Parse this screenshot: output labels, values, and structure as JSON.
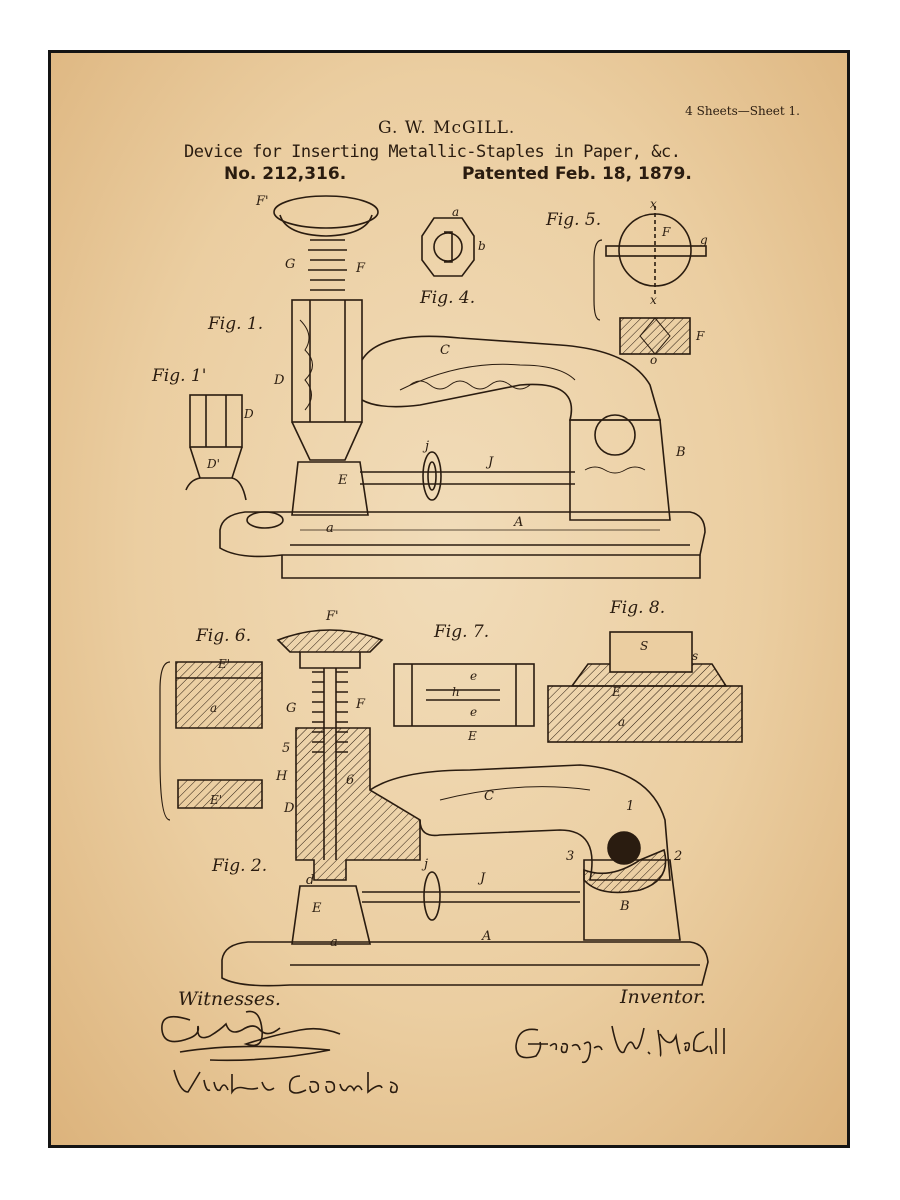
{
  "header": {
    "sheet": "4 Sheets—Sheet 1.",
    "inventor_name": "G. W. McGILL.",
    "title": "Device for Inserting Metallic-Staples in Paper, &c.",
    "patent_number": "No. 212,316.",
    "patent_date": "Patented Feb. 18, 1879."
  },
  "figures": {
    "fig1": "Fig. 1.",
    "fig1_prime": "Fig. 1'",
    "fig2": "Fig. 2.",
    "fig4": "Fig. 4.",
    "fig5": "Fig. 5.",
    "fig6": "Fig. 6.",
    "fig7": "Fig. 7.",
    "fig8": "Fig. 8."
  },
  "footer": {
    "witnesses_heading": "Witnesses.",
    "inventor_heading": "Inventor.",
    "witness_1": "Gustav Dietrich",
    "witness_2": "Vinton Coombs",
    "inventor_signature": "George W. McGill"
  },
  "colors": {
    "paper": "#ebcea1",
    "ink": "#2a1c10",
    "frame": "#141414"
  }
}
